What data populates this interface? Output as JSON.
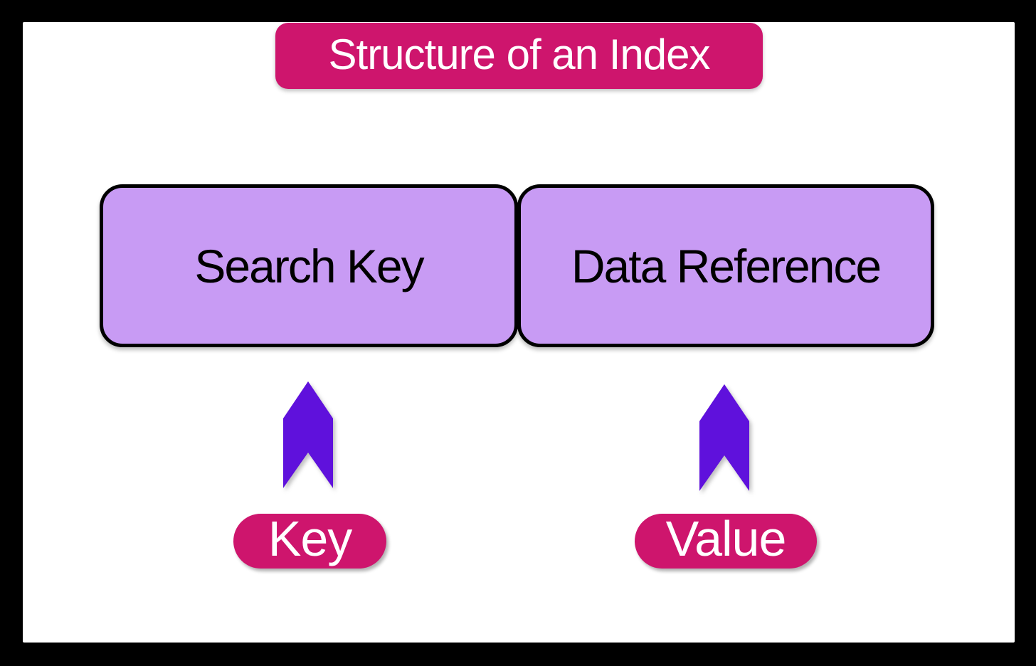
{
  "title": {
    "label": "Structure of an Index"
  },
  "boxes": [
    {
      "label": "Search Key"
    },
    {
      "label": "Data Reference"
    }
  ],
  "annotations": [
    {
      "label": "Key"
    },
    {
      "label": "Value"
    }
  ],
  "icons": [
    {
      "name": "up-arrow-icon-left"
    },
    {
      "name": "up-arrow-icon-right"
    }
  ],
  "colors": {
    "frame_black": "#000000",
    "canvas_white": "#FFFFFF",
    "banner_pink": "#CE156D",
    "box_purple": "#C89BF4",
    "box_border_black": "#000000",
    "arrow_violet": "#5F11DC",
    "title_text_white": "#FFFFFF",
    "box_text_black": "#000000"
  }
}
